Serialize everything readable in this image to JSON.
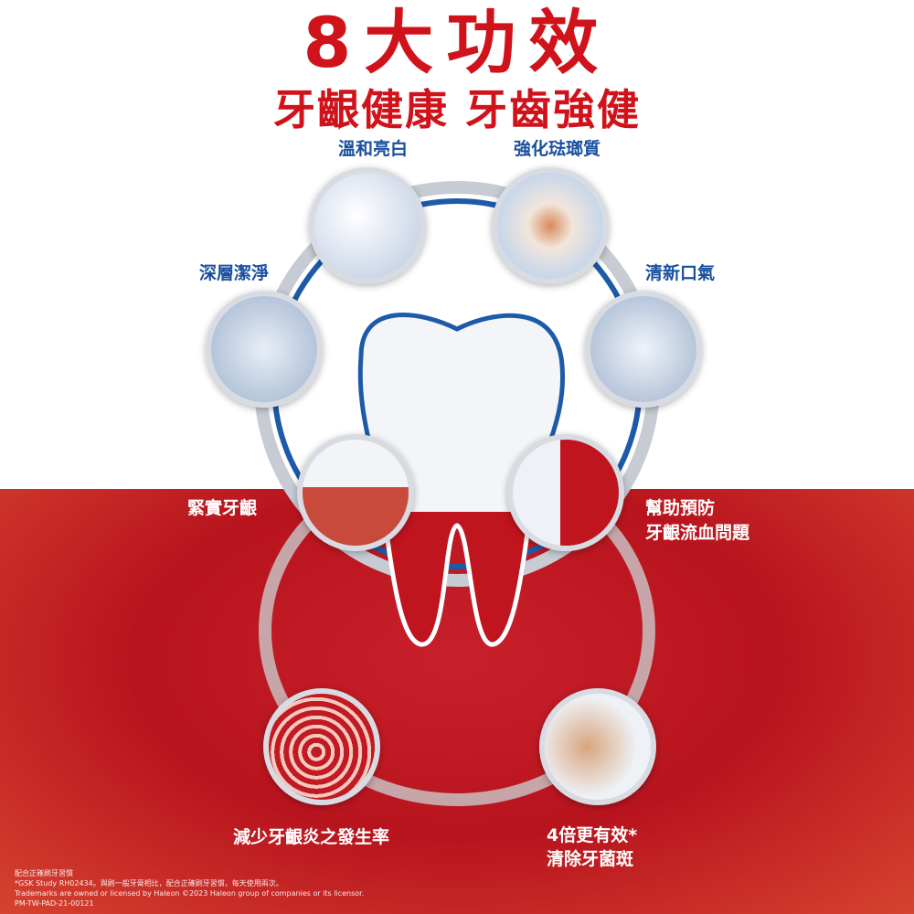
{
  "title": "8大功效",
  "subtitle": "牙齦健康 牙齒強健",
  "benefits": [
    "溫和亮白",
    "強化琺瑯質",
    "深層潔淨",
    "清新口氣",
    "緊實牙齦",
    "幫助預防",
    "牙齦流血問題",
    "減少牙齦炎之發生率",
    "4倍更有效*",
    "清除牙菌斑"
  ],
  "footnote": [
    "配合正確刷牙習慣",
    "*GSK Study RH02434。與刷一般牙膏相比，配合正確刷牙習慣，每天使用兩次。",
    "Trademarks are owned or licensed by Haleon ©2023 Haleon group of companies or its licensor.",
    "PM-TW-PAD-21-00121"
  ],
  "colors": {
    "brand_red": "#d0121b",
    "label_blue": "#1a4fa0"
  }
}
